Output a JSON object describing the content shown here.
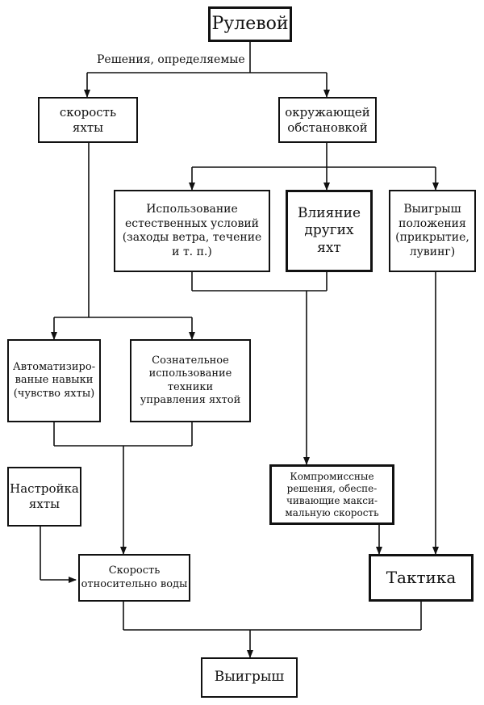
{
  "nodes": {
    "helmsman": "Рулевой",
    "decisions_label": "Решения, определяемые",
    "yacht_speed": "скорость\nяхты",
    "environment": "окружающей\nобстановкой",
    "natural_conditions": "Использование\nестественных условий\n(заходы ветра, течение\nи т. п.)",
    "other_yachts": "Влияние\nдругих\nяхт",
    "position_gain": "Выигрыш\nположения\n(прикрытие,\nлувинг)",
    "automatic_skills": "Автоматизиро-\nваные навыки\n(чувство яхты)",
    "conscious_technique": "Сознательное\nиспользование\nтехники\nуправления яхтой",
    "yacht_tuning": "Настройка\nяхты",
    "compromise": "Компромиссные\nрешения, обеспе-\nчивающие макси-\nмальную скорость",
    "speed_water": "Скорость\nотносительно воды",
    "tactics": "Тактика",
    "win": "Выигрыш"
  }
}
